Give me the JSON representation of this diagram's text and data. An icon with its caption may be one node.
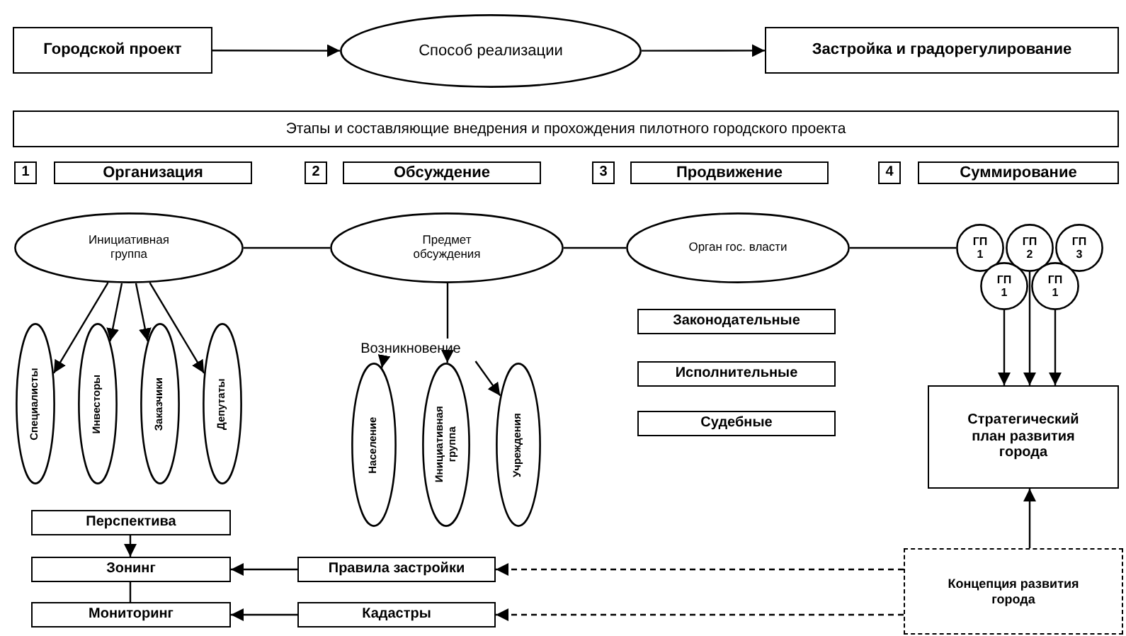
{
  "diagram": {
    "nodes": [
      {
        "text": [
          "Городской проект"
        ]
      },
      {
        "text": [
          "Способ реализации"
        ]
      },
      {
        "text": [
          "Застройка и градорегулирование"
        ]
      },
      {
        "text": [
          "Этапы и составляющие внедрения и прохождения пилотного городского проекта"
        ]
      },
      {
        "text": [
          "1"
        ]
      },
      {
        "text": [
          "Организация"
        ]
      },
      {
        "text": [
          "2"
        ]
      },
      {
        "text": [
          "Обсуждение"
        ]
      },
      {
        "text": [
          "3"
        ]
      },
      {
        "text": [
          "Продвижение"
        ]
      },
      {
        "text": [
          "4"
        ]
      },
      {
        "text": [
          "Суммирование"
        ]
      },
      {
        "text": [
          "Инициативная группа"
        ]
      },
      {
        "text": [
          "Предмет обсуждения"
        ]
      },
      {
        "text": [
          "Орган гос. власти"
        ]
      },
      {
        "text": [
          "ГП 1"
        ]
      },
      {
        "text": [
          "ГП 2"
        ]
      },
      {
        "text": [
          "ГП 3"
        ]
      },
      {
        "text": [
          "ГП 1"
        ]
      },
      {
        "text": [
          "ГП 1"
        ]
      },
      {
        "text": [
          "Специалисты"
        ]
      },
      {
        "text": [
          "Инвесторы"
        ]
      },
      {
        "text": [
          "Заказчики"
        ]
      },
      {
        "text": [
          "Депутаты"
        ]
      },
      {
        "text": [
          "Возникновение"
        ]
      },
      {
        "text": [
          "Население"
        ]
      },
      {
        "text": [
          "Инициативная группа"
        ]
      },
      {
        "text": [
          "Учреждения"
        ]
      },
      {
        "text": [
          "Законодательные"
        ]
      },
      {
        "text": [
          "Исполнительные"
        ]
      },
      {
        "text": [
          "Судебные"
        ]
      },
      {
        "text": [
          "Стратегический план развития города"
        ]
      },
      {
        "text": [
          "Перспектива"
        ]
      },
      {
        "text": [
          "Зонинг"
        ]
      },
      {
        "text": [
          "Мониторинг"
        ]
      },
      {
        "text": [
          "Правила застройки"
        ]
      },
      {
        "text": [
          "Кадастры"
        ]
      },
      {
        "text": [
          "Концепция развития города"
        ]
      }
    ],
    "edges": [
      {
        "from": 0,
        "to": 1,
        "arrow": "to"
      },
      {
        "from": 1,
        "to": 2,
        "arrow": "to"
      },
      {
        "from": 12,
        "to": 13,
        "arrow": "none"
      },
      {
        "from": 13,
        "to": 14,
        "arrow": "none"
      },
      {
        "from": 14,
        "to": 15,
        "arrow": "none"
      },
      {
        "from": 12,
        "to": 20,
        "arrow": "to"
      },
      {
        "from": 12,
        "to": 21,
        "arrow": "to"
      },
      {
        "from": 12,
        "to": 22,
        "arrow": "to"
      },
      {
        "from": 12,
        "to": 23,
        "arrow": "to"
      },
      {
        "from": 13,
        "to": 24,
        "arrow": "none"
      },
      {
        "from": 24,
        "to": 25,
        "arrow": "to"
      },
      {
        "from": 24,
        "to": 26,
        "arrow": "to"
      },
      {
        "from": 24,
        "to": 27,
        "arrow": "to"
      },
      {
        "from": 18,
        "to": 31,
        "arrow": "to"
      },
      {
        "from": 16,
        "to": 31,
        "arrow": "to"
      },
      {
        "from": 19,
        "to": 31,
        "arrow": "to"
      },
      {
        "from": 37,
        "to": 31,
        "arrow": "to"
      },
      {
        "from": 32,
        "to": 33,
        "arrow": "to"
      },
      {
        "from": 33,
        "to": 34,
        "arrow": "none"
      },
      {
        "from": 35,
        "to": 33,
        "arrow": "to"
      },
      {
        "from": 36,
        "to": 34,
        "arrow": "to"
      },
      {
        "from": 37,
        "to": 35,
        "arrow": "to",
        "style": "dashed"
      },
      {
        "from": 37,
        "to": 36,
        "arrow": "to",
        "style": "dashed"
      }
    ]
  }
}
